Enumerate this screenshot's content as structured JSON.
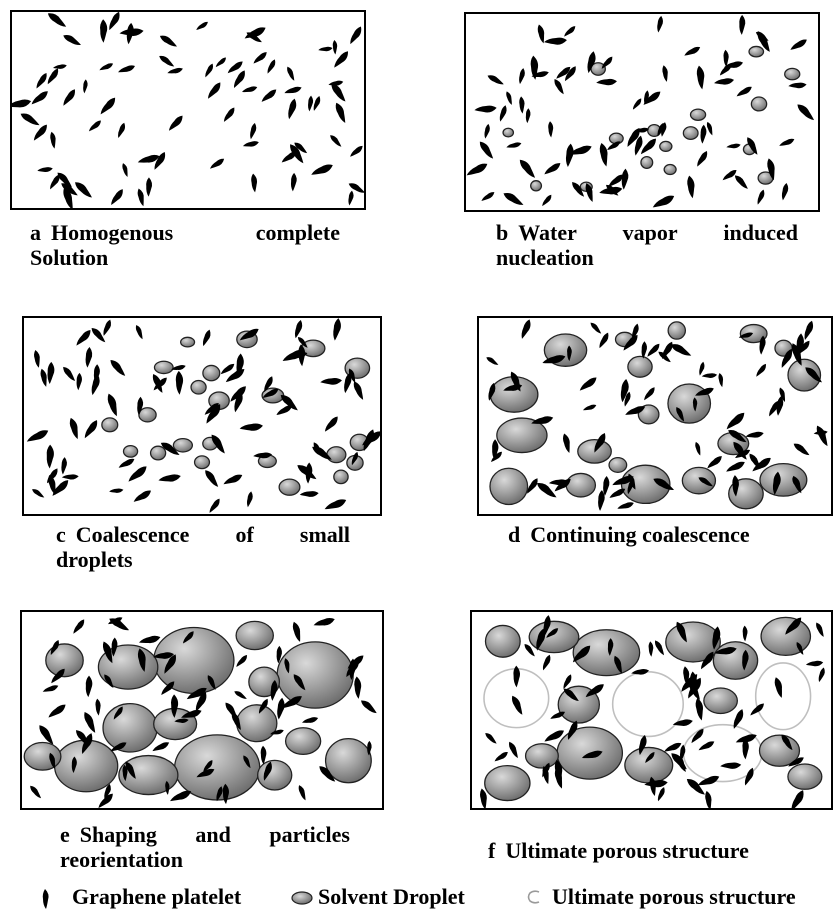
{
  "panels": [
    {
      "id": "a",
      "letter": "a",
      "text": "Homogenous complete Solution",
      "droplets": "none",
      "pores": 0
    },
    {
      "id": "b",
      "letter": "b",
      "text": "Water vapor induced nucleation",
      "droplets": "tiny",
      "pores": 0
    },
    {
      "id": "c",
      "letter": "c",
      "text": "Coalescence of small droplets",
      "droplets": "small",
      "pores": 0
    },
    {
      "id": "d",
      "letter": "d",
      "text": "Continuing coalescence",
      "droplets": "medium",
      "pores": 0
    },
    {
      "id": "e",
      "letter": "e",
      "text": "Shaping and particles reorientation",
      "droplets": "large",
      "pores": 0
    },
    {
      "id": "f",
      "letter": "f",
      "text": "Ultimate porous structure",
      "droplets": "large",
      "pores": 4
    }
  ],
  "legend": {
    "platelet_label": "Graphene platelet",
    "droplet_label": "Solvent Droplet",
    "pore_label": "Ultimate porous structure"
  },
  "colors": {
    "platelet": "#000000",
    "droplet_light": "#d9d9d9",
    "droplet_dark": "#6e6e6e",
    "pore_stroke": "#bfbfbf"
  }
}
